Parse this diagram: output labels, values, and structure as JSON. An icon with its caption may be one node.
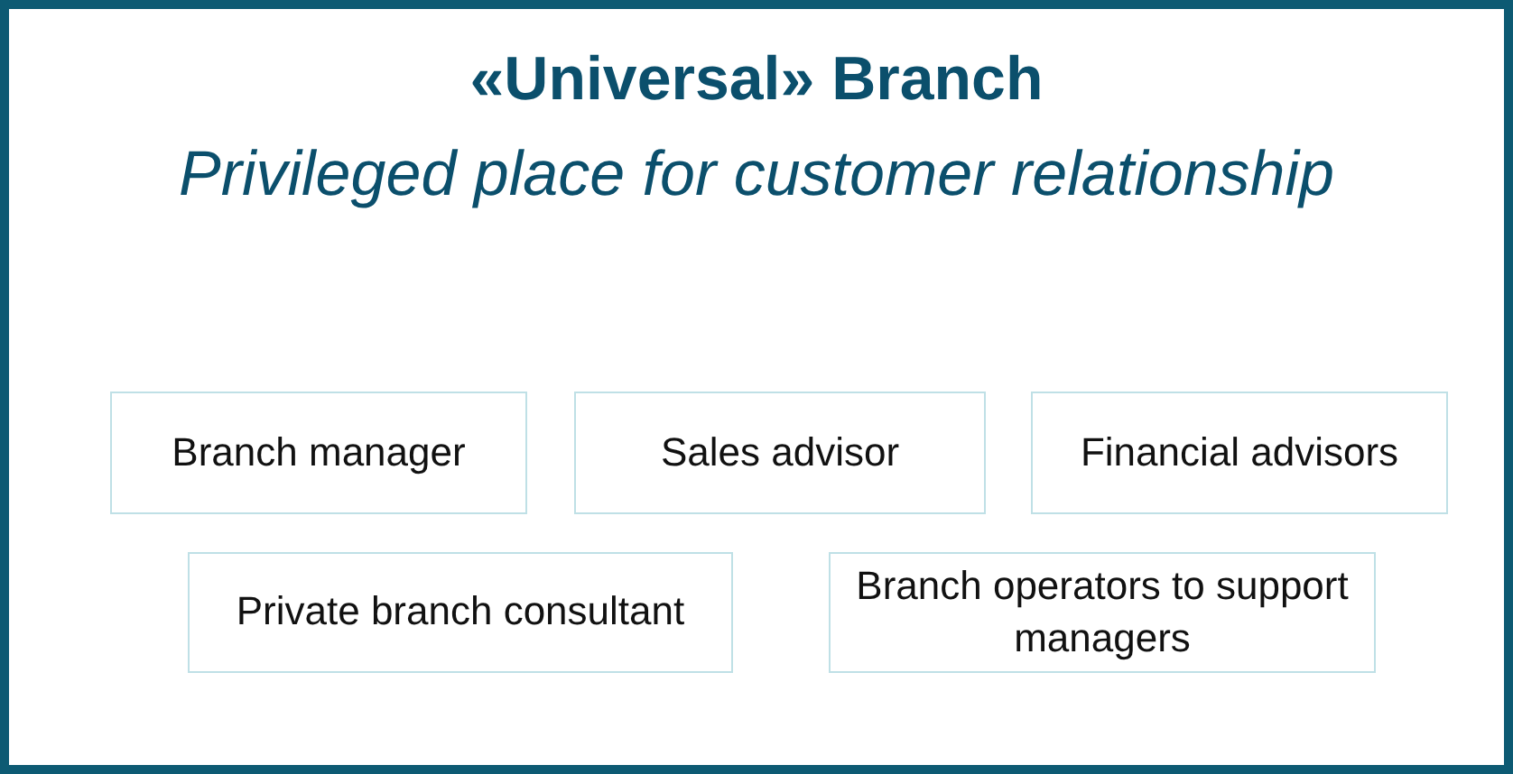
{
  "diagram": {
    "nodes": [
      {
        "text": [
          "«Universal» Branch",
          "Privileged place for customer relationship"
        ]
      },
      {
        "text": [
          "Branch manager"
        ],
        "in": 0
      },
      {
        "text": [
          "Sales advisor"
        ],
        "in": 0
      },
      {
        "text": [
          "Financial advisors"
        ],
        "in": 0
      },
      {
        "text": [
          "Private branch consultant"
        ],
        "in": 0
      },
      {
        "text": [
          "Branch operators to support managers"
        ],
        "in": 0
      }
    ],
    "edges": []
  }
}
